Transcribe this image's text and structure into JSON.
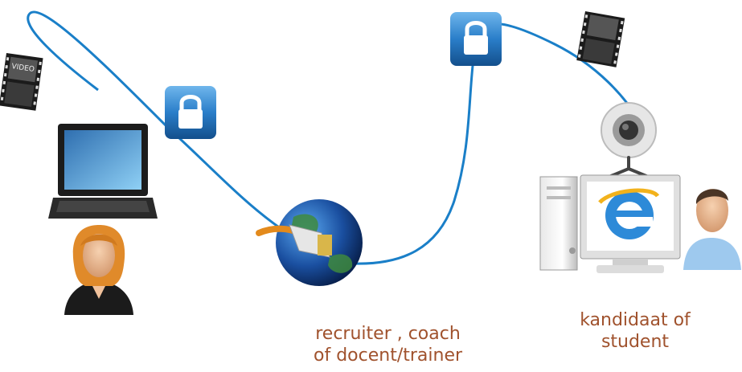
{
  "left_party": {
    "line1": "recruiter , coach",
    "line2": "of docent/trainer"
  },
  "right_party": {
    "line1": "kandidaat of",
    "line2": "student"
  },
  "video_label": "VIDEO",
  "colors": {
    "connection_line": "#1a7fc8",
    "caption_text": "#a0522d",
    "lock_tile": "#1e6bb0"
  },
  "icons": [
    "video-film-icon",
    "laptop-icon",
    "lock-icon",
    "globe-network-icon",
    "lock-icon",
    "video-film-icon",
    "webcam-icon",
    "desktop-computer-icon",
    "internet-explorer-icon",
    "woman-avatar-icon",
    "man-avatar-icon"
  ]
}
